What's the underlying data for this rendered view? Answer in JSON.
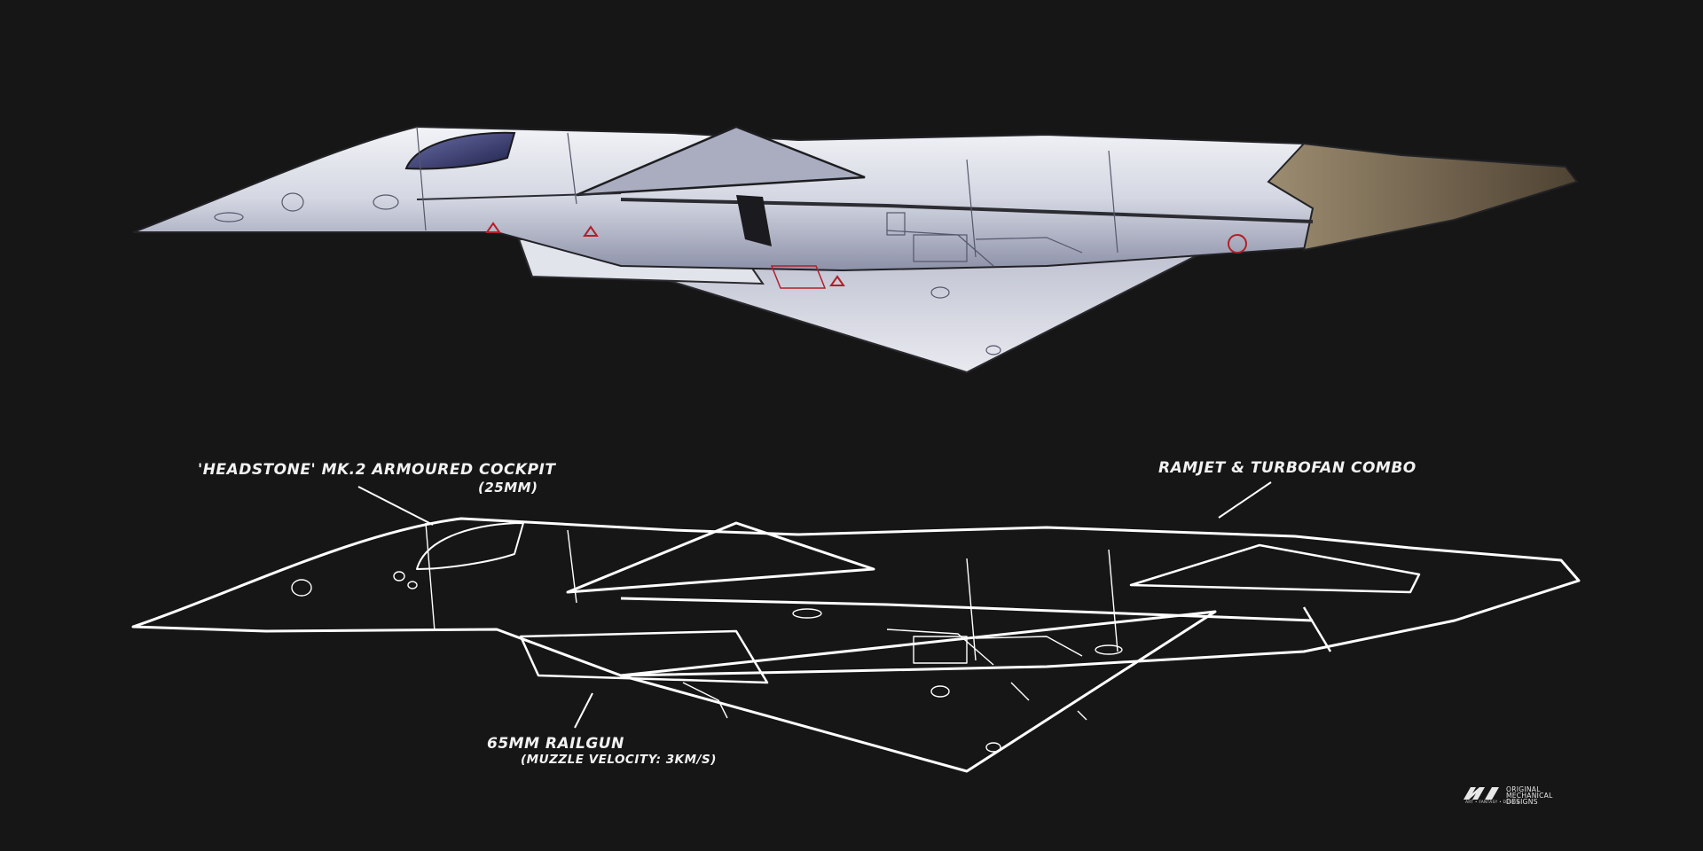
{
  "callouts": {
    "cockpit_line1": "'HEADSTONE' MK.2 ARMOURED COCKPIT",
    "cockpit_line2": "(25MM)",
    "engine": "RAMJET & TURBOFAN COMBO",
    "railgun_line1": "65MM RAILGUN",
    "railgun_line2": "(MUZZLE VELOCITY: 3KM/S)"
  },
  "logo": {
    "line1": "ORIGINAL",
    "line2": "MECHANICAL",
    "line3": "DESIGNS",
    "tagline": "ART • FANTASY • DESIGN"
  },
  "colors": {
    "background": "#161616",
    "hull": "#d9dce6",
    "hull_shadow": "#8f93a8",
    "canopy": "#3a3e78",
    "engine_bronze": "#7a6a52",
    "marking_red": "#b0202a",
    "lineart": "#ffffff"
  }
}
